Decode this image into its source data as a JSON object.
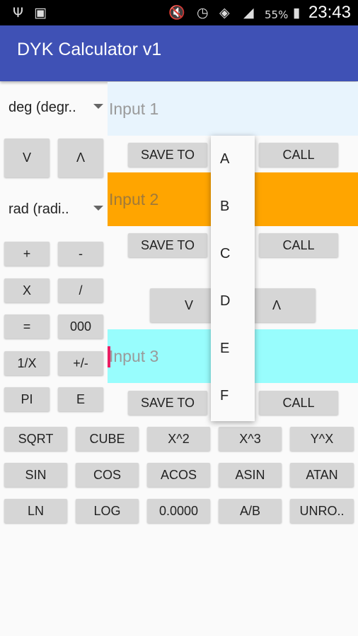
{
  "status_bar": {
    "icons": [
      "usb-icon",
      "image-icon",
      "mute-icon",
      "alarm-icon",
      "wifi-icon",
      "signal-icon",
      "battery-icon"
    ],
    "battery": "55%",
    "time": "23:43"
  },
  "app_bar": {
    "title": "DYK Calculator v1"
  },
  "spinners": {
    "top": "deg (degr..",
    "bottom": "rad (radi.."
  },
  "arrows": {
    "down": "V",
    "up": "Λ"
  },
  "ops": {
    "plus": "+",
    "minus": "-",
    "multiply": "X",
    "divide": "/",
    "equals": "=",
    "thousand": "000",
    "reciprocal": "1/X",
    "negate": "+/-",
    "pi": "PI",
    "e": "E"
  },
  "inputs": {
    "input1": "Input 1",
    "input2": "Input 2",
    "input3": "Input 3"
  },
  "buttons": {
    "save_to": "SAVE TO",
    "call": "CALL"
  },
  "middle_arrows": {
    "down": "V",
    "up": "Λ"
  },
  "dropdown_options": [
    "A",
    "B",
    "C",
    "D",
    "E",
    "F"
  ],
  "functions": {
    "row1": [
      "SQRT",
      "CUBE",
      "X^2",
      "X^3",
      "Y^X"
    ],
    "row2": [
      "SIN",
      "COS",
      "ACOS",
      "ASIN",
      "ATAN"
    ],
    "row3": [
      "LN",
      "LOG",
      "0.0000",
      "A/B",
      "UNRO.."
    ]
  },
  "colors": {
    "app_bar": "#3f51b5",
    "input1_bg": "#e8f4fd",
    "input2_bg": "#ffa500",
    "input3_bg": "#98fdfd",
    "cursor": "#e91e63"
  }
}
